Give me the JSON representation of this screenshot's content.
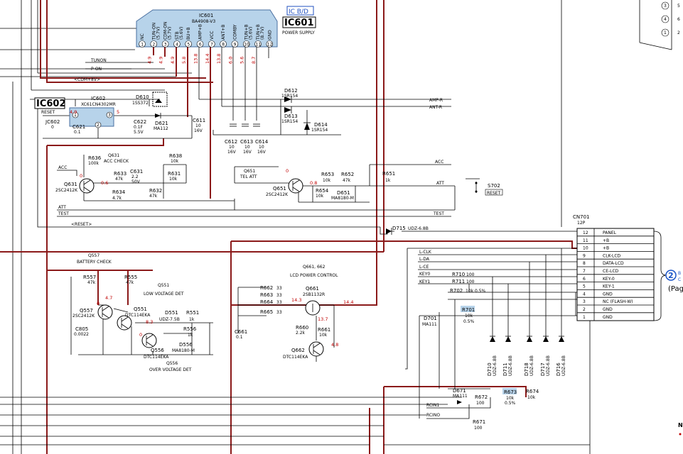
{
  "colors": {
    "wire": "#000000",
    "power_trace": "#8b1a1a",
    "voltage": "#c00000",
    "ic_fill": "#b7d3ea",
    "marker": "#1a55c8"
  },
  "ic601": {
    "ref": "IC601",
    "part": "BA4908-V3",
    "tag": "IC B/D",
    "big_label": "IC601",
    "desc": "POWER SUPPLY",
    "pins": [
      {
        "num": "1",
        "name": "NC",
        "volt": ""
      },
      {
        "num": "2",
        "name": "TUN-ON",
        "sub": "(5.7V)",
        "volt": "4.9"
      },
      {
        "num": "3",
        "name": "CDM-ON",
        "sub": "(5.7V)",
        "volt": "4.9"
      },
      {
        "num": "4",
        "name": "STB",
        "sub": "(5.6V)",
        "volt": "4.9"
      },
      {
        "num": "5",
        "name": "BU+B",
        "volt": "5.8"
      },
      {
        "num": "6",
        "name": "AMP+B",
        "volt": "13.8"
      },
      {
        "num": "7",
        "name": "VCC",
        "volt": "14.4"
      },
      {
        "num": "8",
        "name": "ANT+B",
        "volt": "13.8"
      },
      {
        "num": "9",
        "name": "COMBY",
        "volt": "6.0"
      },
      {
        "num": "10",
        "name": "TUN+B",
        "sub": "(5.6V)",
        "volt": "5.6"
      },
      {
        "num": "11",
        "name": "TUN+B",
        "sub": "(8.7V)",
        "volt": "8.7"
      },
      {
        "num": "12",
        "name": "GND",
        "volt": ""
      }
    ]
  },
  "ic602": {
    "big_label": "IC602",
    "ref": "IC602",
    "part": "XC61CN4302MR",
    "reset": "RESET",
    "pin1": "1",
    "pin2": "2",
    "pin3": "3",
    "v1": "4.9",
    "v3": "5"
  },
  "signals": {
    "tunon": "TUNON",
    "pon": "P-ON",
    "cdm8v": "<CDM+8V>",
    "amp_r": "AMP-R",
    "ant_r": "ANT-R",
    "acc": "ACC",
    "att": "ATT",
    "test": "TEST",
    "reset": "<RESET>",
    "lclk": "L-CLK",
    "lda": "L-DA",
    "lce": "L-CE",
    "key0": "KEY0",
    "key1": "KEY1",
    "rcin1": "RCIN1",
    "rcino": "RCINO"
  },
  "parts": {
    "d610": {
      "ref": "D610",
      "val": "1SS372"
    },
    "d612": {
      "ref": "D612",
      "val": "1SR154"
    },
    "d613": {
      "ref": "D613",
      "val": "1SR154"
    },
    "d614": {
      "ref": "D614",
      "val": "1SR154"
    },
    "jc602": {
      "ref": "JC602",
      "val": "0"
    },
    "c621": {
      "ref": "C621",
      "val": "0.1"
    },
    "c622": {
      "ref": "C622",
      "val1": "0.1F",
      "val2": "5.5V"
    },
    "d621": {
      "ref": "D621",
      "val": "MA112"
    },
    "c611": {
      "ref": "C611",
      "val1": "10",
      "val2": "16V"
    },
    "c612": {
      "ref": "C612",
      "val1": "10",
      "val2": "16V"
    },
    "c613": {
      "ref": "C613",
      "val1": "10",
      "val2": "16V"
    },
    "c614": {
      "ref": "C614",
      "val1": "10",
      "val2": "16V"
    },
    "r636": {
      "ref": "R636",
      "val": "100k"
    },
    "q631": {
      "title1": "Q631",
      "title2": "ACC CHECK",
      "ref": "Q631",
      "part": "2SC2412K",
      "vb": "0",
      "ve": "0.6"
    },
    "r633": {
      "ref": "R633",
      "val": "47k"
    },
    "c631": {
      "ref": "C631",
      "val1": "2.2",
      "val2": "50V"
    },
    "r638": {
      "ref": "R638",
      "val": "10k"
    },
    "r631": {
      "ref": "R631",
      "val": "10k"
    },
    "r634": {
      "ref": "R634",
      "val": "4.7k"
    },
    "r632": {
      "ref": "R632",
      "val": "47k"
    },
    "q651": {
      "title1": "Q651",
      "title2": "TEL ATT",
      "ref": "Q651",
      "part": "2SC2412K",
      "vb": "0",
      "ve": "0.8"
    },
    "r653": {
      "ref": "R653",
      "val": "10k"
    },
    "r652": {
      "ref": "R652",
      "val": "47k"
    },
    "r654": {
      "ref": "R654",
      "val": "10k"
    },
    "d651": {
      "ref": "D651",
      "val": "MA8180-M"
    },
    "r651": {
      "ref": "R651",
      "val": "1k"
    },
    "s702": {
      "ref": "S702",
      "val": "RESET"
    },
    "d715": {
      "ref": "D715",
      "val": "UDZ-6.8B"
    },
    "q557": {
      "title1": "Q557",
      "title2": "BATTERY CHECK",
      "ref": "Q557",
      "part": "2SC2412K",
      "v": "4.7",
      "v0": "0"
    },
    "r557": {
      "ref": "R557",
      "val": "47k"
    },
    "r555": {
      "ref": "R555",
      "val": "47k"
    },
    "q551": {
      "title1": "Q551",
      "title2": "LOW VOLTAGE DET",
      "ref": "Q551",
      "part": "DTC114EKA",
      "v": "8.3"
    },
    "d551": {
      "ref": "D551",
      "val": "UDZ-7.5B"
    },
    "r551": {
      "ref": "R551",
      "val": "1k"
    },
    "r556": {
      "ref": "R556",
      "val": "1k"
    },
    "d556": {
      "ref": "D556",
      "val": "MA8180-M"
    },
    "c805": {
      "ref": "C805",
      "val": "0.0022"
    },
    "q556": {
      "ref": "Q556",
      "part": "DTC114EKA",
      "title1": "Q556",
      "title2": "OVER VOLTAGE DET",
      "v": "0"
    },
    "q661": {
      "title1": "Q661, 662",
      "title2": "LCD POWER CONTROL",
      "ref": "Q661",
      "part": "2SB1132R",
      "v1": "14.3",
      "v2": "14.4",
      "v3": "13.7"
    },
    "r662": {
      "ref": "R662",
      "val": "33"
    },
    "r663": {
      "ref": "R663",
      "val": "33"
    },
    "r664": {
      "ref": "R664",
      "val": "33"
    },
    "r665": {
      "ref": "R665",
      "val": "33"
    },
    "r660": {
      "ref": "R660",
      "val": "2.2k"
    },
    "r661": {
      "ref": "R661",
      "val": "10k"
    },
    "c661": {
      "ref": "C661",
      "val": "0.1"
    },
    "q662": {
      "ref": "Q662",
      "part": "DTC114EKA",
      "v": "4.8"
    },
    "r710": {
      "ref": "R710",
      "val": "100"
    },
    "r711": {
      "ref": "R711",
      "val": "100"
    },
    "r702": {
      "ref": "R702",
      "val": "10k 0.5%"
    },
    "r701": {
      "ref": "R701",
      "val1": "10k",
      "val2": "0.5%"
    },
    "d701": {
      "ref": "D701",
      "val": "MA111"
    },
    "d710": {
      "ref": "D710",
      "val": "UDZ-6.8B"
    },
    "d711": {
      "ref": "D711",
      "val": "UDZ-6.8B"
    },
    "d718": {
      "ref": "D718",
      "val": "UDZ-6.8B"
    },
    "d717": {
      "ref": "D717",
      "val": "UDZ-6.8B"
    },
    "d716": {
      "ref": "D716",
      "val": "UDZ-6.8B"
    },
    "d671": {
      "ref": "D671",
      "val": "MA111"
    },
    "r672": {
      "ref": "R672",
      "val": "100"
    },
    "r673": {
      "ref": "R673",
      "val1": "10k",
      "val2": "0.5%"
    },
    "r674": {
      "ref": "R674",
      "val": "10k"
    },
    "r671": {
      "ref": "R671",
      "val": "100"
    }
  },
  "cn701": {
    "ref": "CN701",
    "pins_count": "12P",
    "rows": [
      {
        "n": "12",
        "s": "PANEL"
      },
      {
        "n": "11",
        "s": "+B"
      },
      {
        "n": "10",
        "s": "+B"
      },
      {
        "n": "9",
        "s": "CLK-LCD"
      },
      {
        "n": "8",
        "s": "DATA-LCD"
      },
      {
        "n": "7",
        "s": "CE-LCD"
      },
      {
        "n": "6",
        "s": "KEY-0"
      },
      {
        "n": "5",
        "s": "KEY-1"
      },
      {
        "n": "4",
        "s": "GND"
      },
      {
        "n": "3",
        "s": "NC (FLASH-W)"
      },
      {
        "n": "2",
        "s": "GND"
      },
      {
        "n": "1",
        "s": "GND"
      }
    ]
  },
  "right_partial": {
    "circle_nums": [
      "3",
      "4",
      "1"
    ],
    "nums": [
      "5",
      "6",
      "2"
    ],
    "marker": "2",
    "marker_t1": "B",
    "marker_t2": "C",
    "page": "(Pag",
    "edge": "N"
  }
}
